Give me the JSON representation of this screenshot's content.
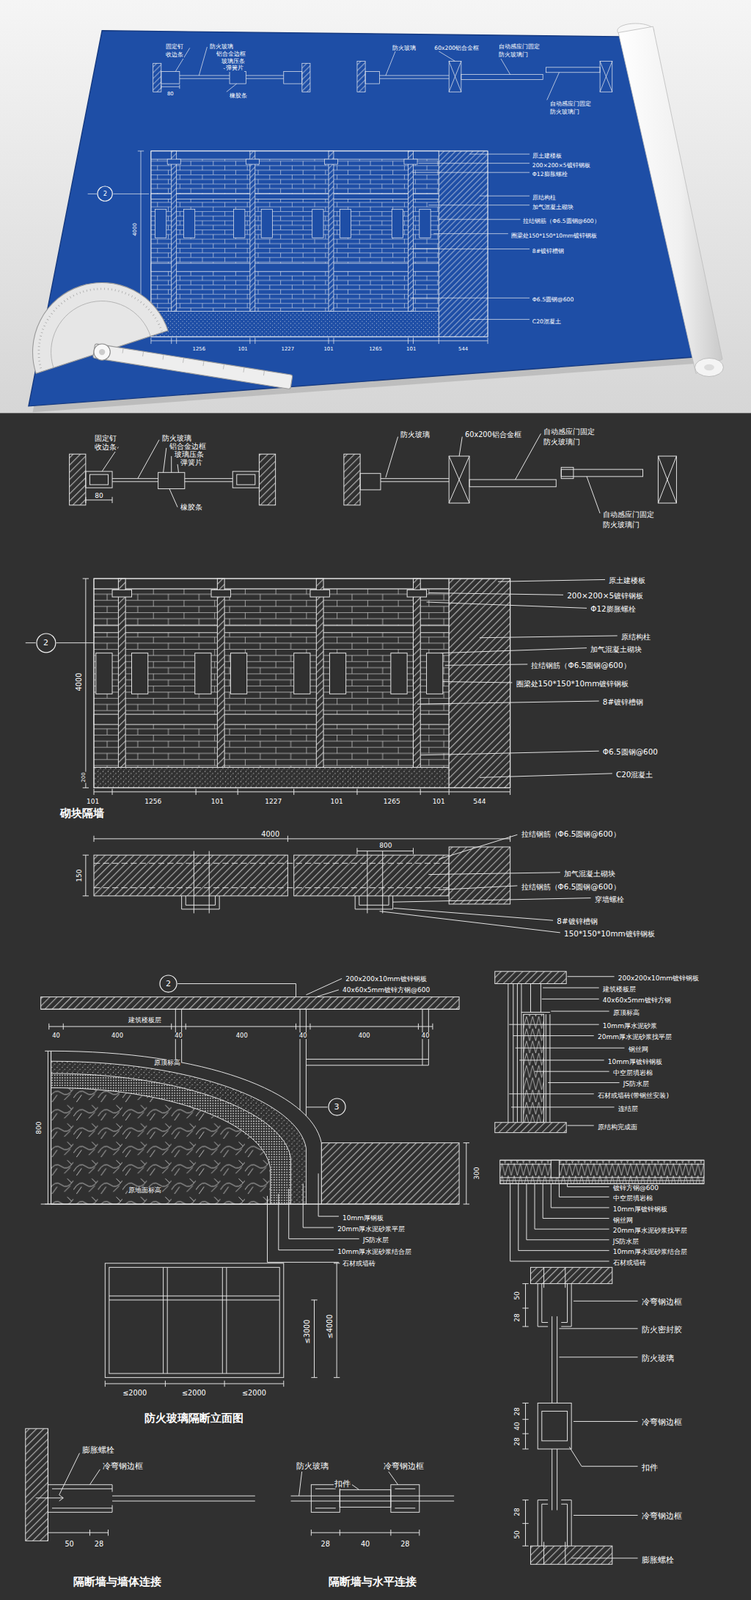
{
  "diagram": {
    "nodes": [
      {
        "text": [
          "2"
        ]
      },
      {
        "text": [
          "2"
        ]
      },
      {
        "text": [
          "2"
        ]
      },
      {
        "text": [
          "3"
        ]
      }
    ],
    "labels": [
      "固定钉",
      "收边条",
      "防火玻璃",
      "铝合金边框",
      "玻璃压条",
      "弹簧片",
      "80",
      "橡胶条",
      "防火玻璃",
      "60x200铝合金框",
      "自动感应门固定",
      "防火玻璃门",
      "自动感应门固定",
      "防火玻璃门",
      "原土建楼板",
      "200×200×5镀锌钢板",
      "Φ12膨胀螺栓",
      "原结构柱",
      "加气混凝土砌块",
      "拉结钢筋（Φ6.5圆钢@600）",
      "圈梁处150*150*10mm镀锌钢板",
      "8#镀锌槽钢",
      "Φ6.5圆钢@600",
      "C20混凝土",
      "4000",
      "1256",
      "101",
      "1227",
      "101",
      "1265",
      "101",
      "544",
      "固定钉",
      "收边条",
      "防火玻璃",
      "铝合金边框",
      "玻璃压条",
      "弹簧片",
      "80",
      "橡胶条",
      "防火玻璃",
      "60x200铝合金框",
      "自动感应门固定",
      "防火玻璃门",
      "自动感应门固定",
      "防火玻璃门",
      "原土建楼板",
      "200×200×5镀锌钢板",
      "Φ12膨胀螺栓",
      "原结构柱",
      "加气混凝土砌块",
      "拉结钢筋（Φ6.5圆钢@600）",
      "圈梁处150*150*10mm镀锌钢板",
      "8#镀锌槽钢",
      "Φ6.5圆钢@600",
      "C20混凝土",
      "4000",
      "101",
      "1256",
      "101",
      "1227",
      "101",
      "1265",
      "101",
      "544",
      "200",
      "砌块隔墙",
      "4000",
      "800",
      "150",
      "拉结钢筋（Φ6.5圆钢@600）",
      "加气混凝土砌块",
      "拉结钢筋（Φ6.5圆钢@600）",
      "穿墙螺栓",
      "8#镀锌槽钢",
      "150*150*10mm镀锌钢板",
      "200x200x10mm镀锌钢板",
      "40x60x5mm镀锌方钢@600",
      "建筑楼板层",
      "40",
      "400",
      "40",
      "400",
      "40",
      "400",
      "40",
      "原顶标高",
      "800",
      "300",
      "原地面标高",
      "10mm厚钢板",
      "20mm厚水泥砂浆平层",
      "JS防水层",
      "10mm厚水泥砂浆结合层",
      "石材或墙砖",
      "200x200x10mm镀锌钢板",
      "建筑楼板层",
      "40x60x5mm镀锌方钢",
      "原顶标高",
      "10mm厚水泥砂浆",
      "20mm厚水泥砂浆找平层",
      "钢丝网",
      "10mm厚镀锌钢板",
      "中空层填岩棉",
      "JS防水层",
      "石材或墙砖(带钢丝安装)",
      "连结层",
      "原结构完成面",
      "镀锌方钢@600",
      "中空层填岩棉",
      "10mm厚镀锌钢板",
      "钢丝网",
      "20mm厚水泥砂浆找平层",
      "JS防水层",
      "10mm厚水泥砂浆结合层",
      "石材或墙砖",
      "≤3000",
      "≤4000",
      "≤2000",
      "≤2000",
      "≤2000",
      "防火玻璃隔断立面图",
      "50",
      "28",
      "冷弯钢边框",
      "防火密封胶",
      "防火玻璃",
      "28",
      "40",
      "28",
      "冷弯钢边框",
      "扣件",
      "28",
      "50",
      "冷弯钢边框",
      "膨胀螺栓",
      "膨胀螺栓",
      "冷弯钢边框",
      "50",
      "28",
      "隔断墙与墙体连接",
      "防火玻璃",
      "冷弯钢边框",
      "扣件",
      "28",
      "40",
      "28",
      "隔断墙与水平连接"
    ]
  }
}
